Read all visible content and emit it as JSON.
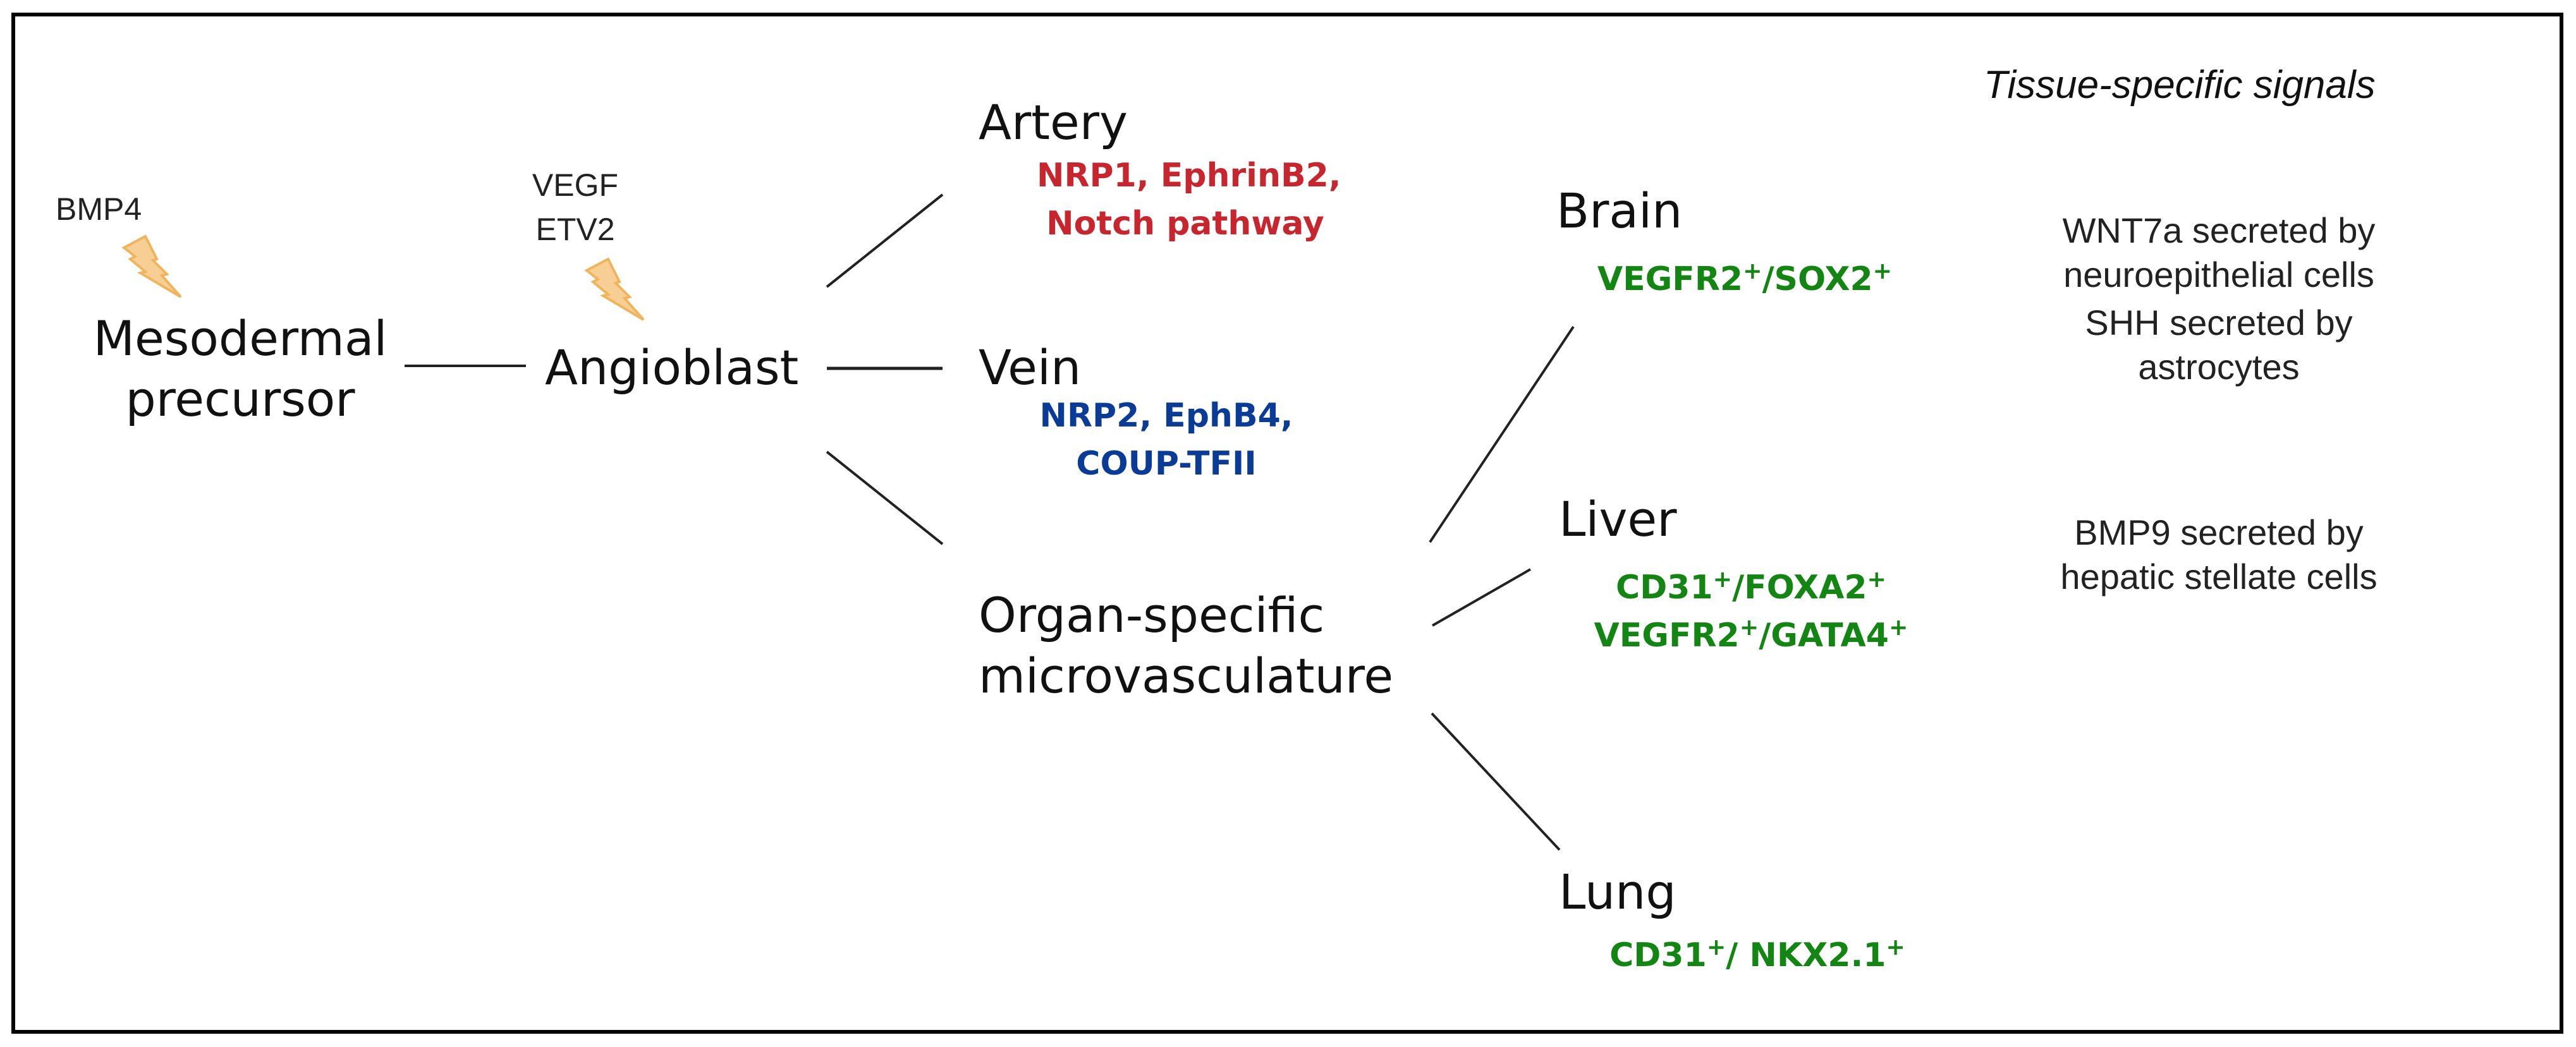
{
  "diagram": {
    "title": "Tissue-specific signals",
    "colors": {
      "artery_markers": "#c8262f",
      "vein_markers": "#0a3b97",
      "organ_markers": "#128512",
      "signal_bolt_fill": "#f7cf95",
      "signal_bolt_stroke": "#f0b45c"
    },
    "upstream_signals": [
      {
        "id": "bmp4",
        "lines": [
          "BMP4"
        ],
        "icon": "lightning-bolt-icon",
        "target": "mesodermal_precursor"
      },
      {
        "id": "vegf_etv2",
        "lines": [
          "VEGF",
          "ETV2"
        ],
        "icon": "lightning-bolt-icon",
        "target": "angioblast"
      }
    ],
    "nodes": {
      "mesodermal_precursor": {
        "lines": [
          "Mesodermal",
          "precursor"
        ]
      },
      "angioblast": {
        "lines": [
          "Angioblast"
        ]
      },
      "artery": {
        "label": "Artery",
        "markers": [
          "NRP1, EphrinB2,",
          "Notch pathway"
        ]
      },
      "vein": {
        "label": "Vein",
        "markers": [
          "NRP2, EphB4,",
          "COUP-TFII"
        ]
      },
      "organ_specific": {
        "lines": [
          "Organ-specific",
          "microvasculature"
        ]
      },
      "brain": {
        "label": "Brain",
        "markers": [
          [
            {
              "t": "VEGFR2"
            },
            {
              "s": "+"
            },
            {
              "t": "/SOX2"
            },
            {
              "s": "+"
            }
          ]
        ]
      },
      "liver": {
        "label": "Liver",
        "markers": [
          [
            {
              "t": "CD31"
            },
            {
              "s": "+"
            },
            {
              "t": "/FOXA2"
            },
            {
              "s": "+"
            }
          ],
          [
            {
              "t": "VEGFR2"
            },
            {
              "s": "+"
            },
            {
              "t": "/GATA4"
            },
            {
              "s": "+"
            }
          ]
        ]
      },
      "lung": {
        "label": "Lung",
        "markers": [
          [
            {
              "t": "CD31"
            },
            {
              "s": "+"
            },
            {
              "t": "/ NKX2.1"
            },
            {
              "s": "+"
            }
          ]
        ]
      }
    },
    "edges": [
      [
        "mesodermal_precursor",
        "angioblast"
      ],
      [
        "angioblast",
        "artery"
      ],
      [
        "angioblast",
        "vein"
      ],
      [
        "angioblast",
        "organ_specific"
      ],
      [
        "organ_specific",
        "brain"
      ],
      [
        "organ_specific",
        "liver"
      ],
      [
        "organ_specific",
        "lung"
      ]
    ],
    "tissue_signals": [
      {
        "organ": "brain",
        "lines": [
          "WNT7a secreted by",
          "neuroepithelial cells"
        ]
      },
      {
        "organ": "brain",
        "lines": [
          "SHH secreted by",
          "astrocytes"
        ]
      },
      {
        "organ": "liver",
        "lines": [
          "BMP9 secreted by",
          "hepatic stellate cells"
        ]
      }
    ]
  }
}
